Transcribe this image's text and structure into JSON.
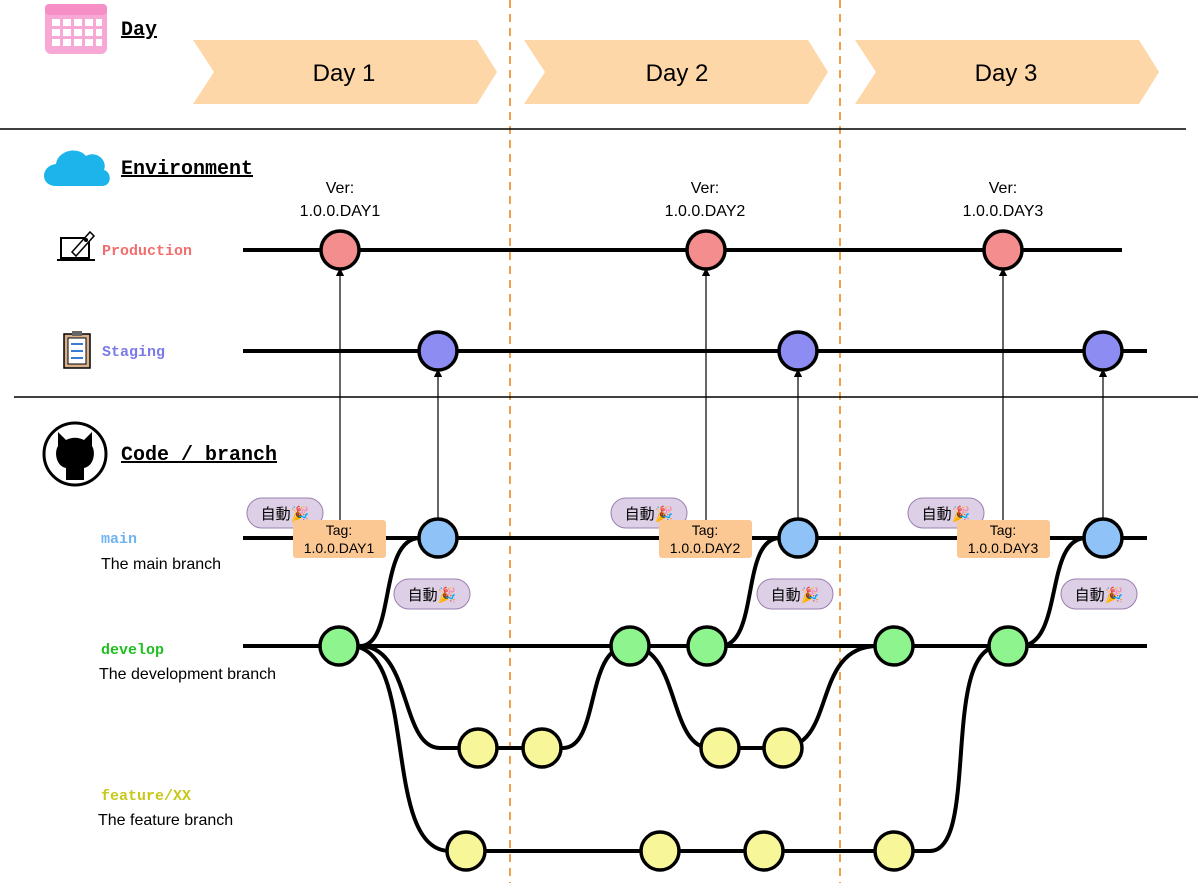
{
  "sections": {
    "day": "Day",
    "environment": "Environment",
    "code": "Code / branch"
  },
  "days": [
    {
      "label": "Day 1"
    },
    {
      "label": "Day 2"
    },
    {
      "label": "Day 3"
    }
  ],
  "environments": {
    "production": {
      "label": "Production",
      "color": "#f26d6d"
    },
    "staging": {
      "label": "Staging",
      "color": "#7b7be8"
    }
  },
  "branches": {
    "main": {
      "name": "main",
      "desc": "The main branch",
      "color": "#6fb3f2"
    },
    "develop": {
      "name": "develop",
      "desc": "The development branch",
      "color": "#1fbf1f"
    },
    "feature": {
      "name": "feature/XX",
      "desc": "The feature branch",
      "color": "#c8c81a"
    }
  },
  "versions": [
    {
      "line1": "Ver:",
      "line2": "1.0.0.DAY1"
    },
    {
      "line1": "Ver:",
      "line2": "1.0.0.DAY2"
    },
    {
      "line1": "Ver:",
      "line2": "1.0.0.DAY3"
    }
  ],
  "tags": [
    {
      "line1": "Tag:",
      "line2": "1.0.0.DAY1"
    },
    {
      "line1": "Tag:",
      "line2": "1.0.0.DAY2"
    },
    {
      "line1": "Tag:",
      "line2": "1.0.0.DAY3"
    }
  ],
  "auto_badge": "自動🎉",
  "colors": {
    "production_node": "#f48d8d",
    "staging_node": "#8c8cf2",
    "main_node": "#8fc3f7",
    "develop_node": "#8ef58e",
    "feature_node": "#f7f79a",
    "day_arrow": "#fdd7a8",
    "tag_box": "#fbc894",
    "auto_box": "#ddd0e6",
    "divider": "#f0a04a"
  }
}
